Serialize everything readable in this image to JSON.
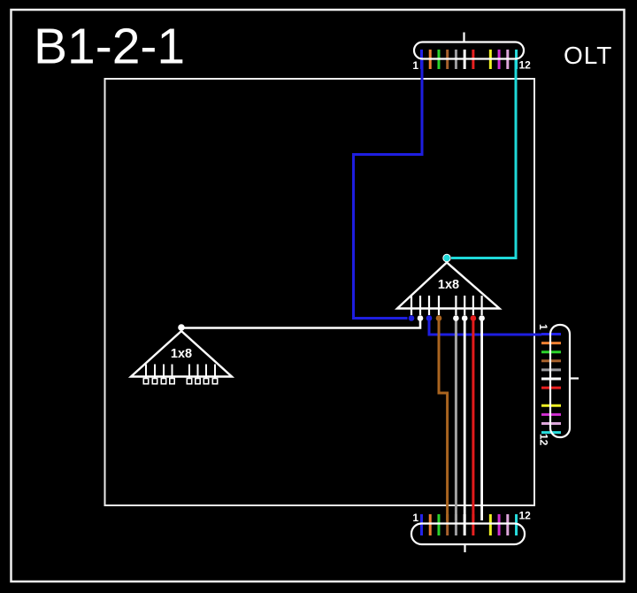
{
  "title": "B1-2-1",
  "olt_label": "OLT",
  "splitters": {
    "left": {
      "label": "1x8"
    },
    "right": {
      "label": "1x8"
    }
  },
  "connectors": {
    "top_olt": {
      "first_port": "1",
      "last_port": "12"
    },
    "bottom": {
      "first_port": "1",
      "last_port": "12"
    },
    "right": {
      "first_port": "1",
      "last_port": "12"
    }
  },
  "colors": {
    "blue": "#1e1ee0",
    "cyan": "#1fd9d9",
    "brown": "#a9641f",
    "grey": "#a3a3a3",
    "red": "#e31b1b",
    "white": "#ffffff"
  },
  "fiber_colors": [
    {
      "name": "blue",
      "hex": "#2424ea"
    },
    {
      "name": "orange",
      "hex": "#ee8133"
    },
    {
      "name": "green",
      "hex": "#2cd22c"
    },
    {
      "name": "brown",
      "hex": "#a8622c"
    },
    {
      "name": "slate",
      "hex": "#9c9ca0"
    },
    {
      "name": "white",
      "hex": "#ffffff"
    },
    {
      "name": "red",
      "hex": "#ea2020"
    },
    {
      "name": "black",
      "hex": "#000000"
    },
    {
      "name": "yellow",
      "hex": "#eef024"
    },
    {
      "name": "violet",
      "hex": "#d12fd1"
    },
    {
      "name": "rose",
      "hex": "#dda6da"
    },
    {
      "name": "aqua",
      "hex": "#27dcdc"
    }
  ]
}
